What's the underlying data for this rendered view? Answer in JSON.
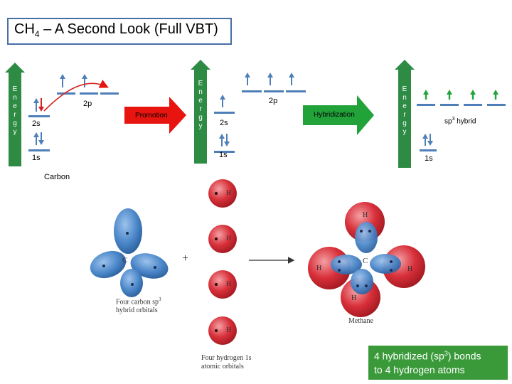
{
  "title": {
    "main": "CH",
    "sub": "4",
    "rest": " – A Second Look (Full VBT)"
  },
  "energy_letters": [
    "E",
    "n",
    "e",
    "r",
    "g",
    "y"
  ],
  "panel1": {
    "label_2p": "2p",
    "label_2s": "2s",
    "label_1s": "1s",
    "label_carbon": "Carbon"
  },
  "promotion_arrow": {
    "label": "Promotion",
    "color": "#e8140f"
  },
  "panel2": {
    "label_2p": "2p",
    "label_2s": "2s",
    "label_1s": "1s"
  },
  "hybridization_arrow": {
    "label": "Hybridization",
    "color": "#22a33a"
  },
  "panel3": {
    "label_hybrid_main": "sp",
    "label_hybrid_sup": "3",
    "label_hybrid_rest": " hybrid",
    "label_1s": "1s"
  },
  "figure": {
    "carbon_caption_1": "Four carbon sp",
    "carbon_caption_sup": "3",
    "carbon_caption_2": "hybrid orbitals",
    "carbon_letter": "C",
    "h_letter": "H",
    "plus": "+",
    "hydrogen_caption_1": "Four hydrogen 1s",
    "hydrogen_caption_2": "atomic orbitals",
    "methane_caption": "Methane"
  },
  "callout": {
    "line1_a": "4 hybridized (sp",
    "line1_sup": "3",
    "line1_b": ") bonds",
    "line2": "to 4 hydrogen atoms"
  },
  "colors": {
    "level": "#4e7fb8",
    "energy_bar": "#2e8b44",
    "electron_blue": "#4e7fb8",
    "electron_red": "#d62020",
    "electron_green": "#22a33a",
    "orbital_blue": "#4a86c8",
    "orbital_red": "#d8303a"
  }
}
